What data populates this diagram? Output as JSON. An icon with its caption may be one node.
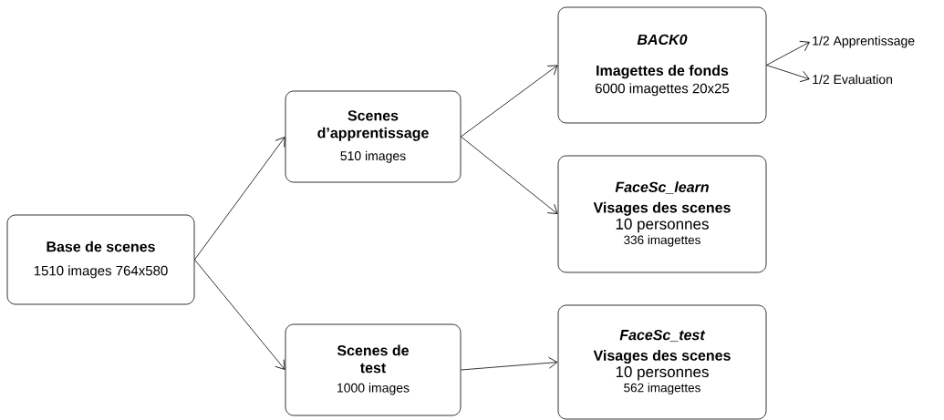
{
  "diagram": {
    "nodes": [
      {
        "text": [
          "Base de scenes",
          "1510 images 764x580"
        ]
      },
      {
        "text": [
          "Scenes d’apprentissage",
          "510 images"
        ]
      },
      {
        "text": [
          "Scenes de test",
          "1000 images"
        ]
      },
      {
        "text": [
          "BACK0",
          "Imagettes de fonds",
          "6000 imagettes 20x25"
        ]
      },
      {
        "text": [
          "FaceSc_learn",
          "Visages des scenes",
          "10 personnes",
          "336 imagettes"
        ]
      },
      {
        "text": [
          "FaceSc_test",
          "Visages des scenes",
          "10 personnes",
          "562 imagettes"
        ]
      },
      {
        "text": [
          "1/2 Apprentissage"
        ]
      },
      {
        "text": [
          "1/2 Evaluation"
        ]
      }
    ],
    "edges": [
      {
        "from": 0,
        "to": 1,
        "arrow": "to"
      },
      {
        "from": 0,
        "to": 2,
        "arrow": "to"
      },
      {
        "from": 1,
        "to": 3,
        "arrow": "to"
      },
      {
        "from": 1,
        "to": 4,
        "arrow": "to"
      },
      {
        "from": 2,
        "to": 5,
        "arrow": "to"
      },
      {
        "from": 3,
        "to": 6,
        "arrow": "to"
      },
      {
        "from": 3,
        "to": 7,
        "arrow": "to"
      }
    ]
  }
}
